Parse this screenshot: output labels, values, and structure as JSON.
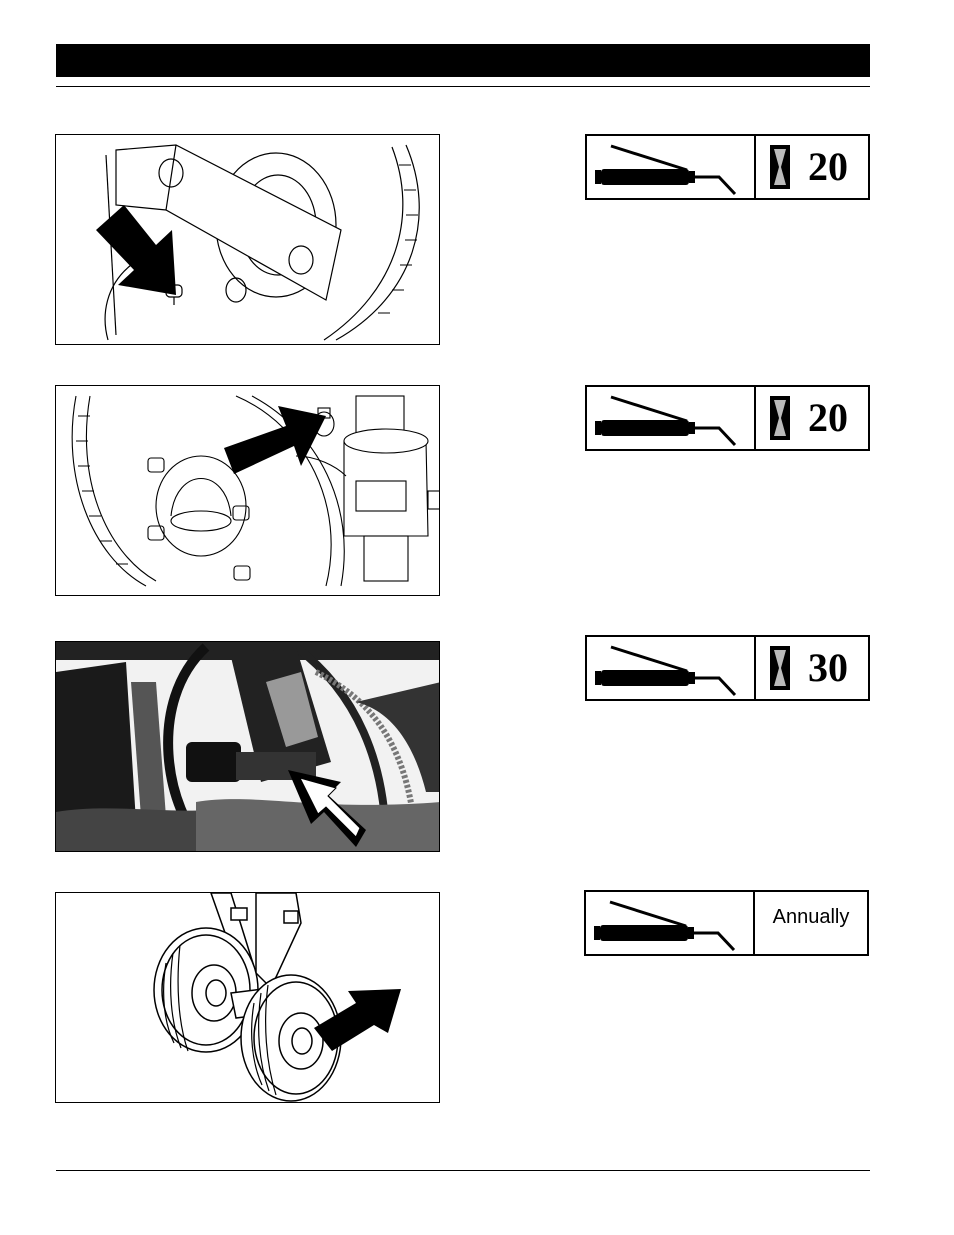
{
  "lubrication_points": [
    {
      "interval": "20"
    },
    {
      "interval": "20"
    },
    {
      "interval": "30"
    },
    {
      "interval": "Annually"
    }
  ],
  "icons": {
    "grease_gun": "grease-gun-icon",
    "hourglass": "hourglass-icon",
    "arrow": "arrow-icon"
  }
}
